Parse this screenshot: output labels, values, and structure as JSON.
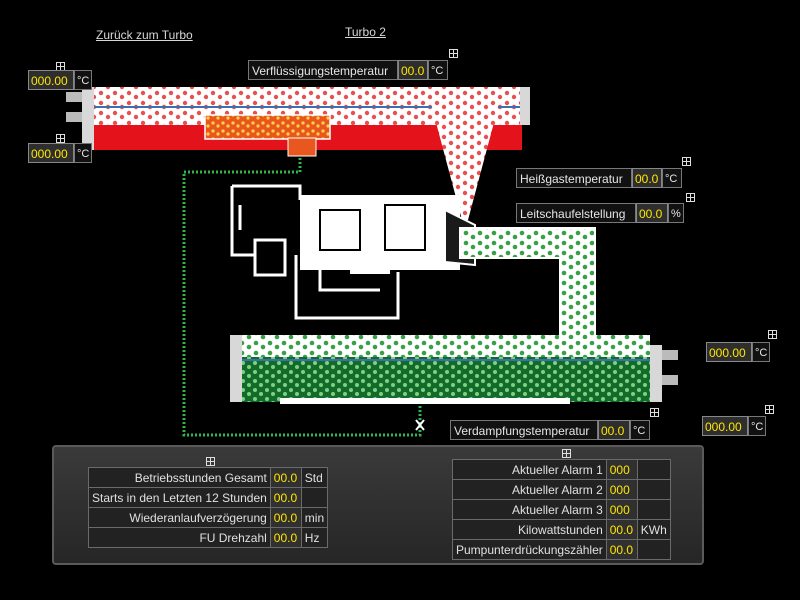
{
  "nav": {
    "back_link": "Zurück zum Turbo",
    "title": "Turbo 2"
  },
  "condenser": {
    "temp_top": {
      "value": "000.00",
      "unit": "°C"
    },
    "temp_bottom": {
      "value": "000.00",
      "unit": "°C"
    },
    "condensing_temp": {
      "label": "Verflüssigungstemperatur",
      "value": "00.0",
      "unit": "°C"
    }
  },
  "compressor": {
    "hot_gas_temp": {
      "label": "Heißgastemperatur",
      "value": "00.0",
      "unit": "°C"
    },
    "guide_vane": {
      "label": "Leitschaufelstellung",
      "value": "00.0",
      "unit": "%"
    }
  },
  "evaporator": {
    "temp_top": {
      "value": "000.00",
      "unit": "°C"
    },
    "temp_bottom": {
      "value": "000.00",
      "unit": "°C"
    },
    "evaporating_temp": {
      "label": "Verdampfungstemperatur",
      "value": "00.0",
      "unit": "°C"
    }
  },
  "info_left": [
    {
      "label": "Betriebsstunden Gesamt",
      "value": "00.0",
      "unit": "Std"
    },
    {
      "label": "Starts in den Letzten 12 Stunden",
      "value": "00.0",
      "unit": ""
    },
    {
      "label": "Wiederanlaufverzögerung",
      "value": "00.0",
      "unit": "min"
    },
    {
      "label": "FU Drehzahl",
      "value": "00.0",
      "unit": "Hz"
    }
  ],
  "info_right": [
    {
      "label": "Aktueller Alarm 1",
      "value": "000",
      "unit": ""
    },
    {
      "label": "Aktueller Alarm 2",
      "value": "000",
      "unit": ""
    },
    {
      "label": "Aktueller Alarm 3",
      "value": "000",
      "unit": ""
    },
    {
      "label": "Kilowattstunden",
      "value": "00.0",
      "unit": "KWh"
    },
    {
      "label": "Pumpunterdrückungszähler",
      "value": "00.0",
      "unit": ""
    }
  ],
  "icons": {
    "grid": "grid-icon"
  }
}
